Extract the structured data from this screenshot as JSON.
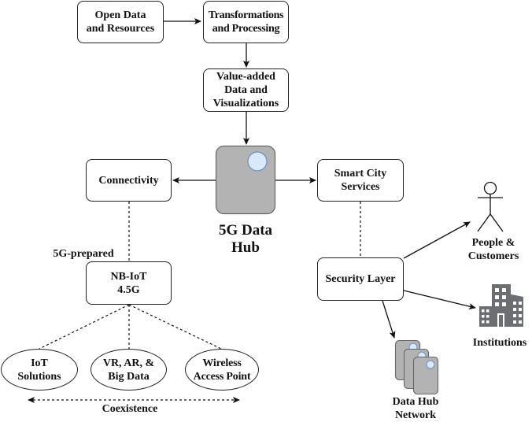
{
  "diagram": {
    "nodes": {
      "open_data": {
        "label": "Open Data\nand Resources"
      },
      "transformations": {
        "label": "Transformations\nand Processing"
      },
      "value_added": {
        "label": "Value-added\nData and\nVisualizations"
      },
      "hub": {
        "label": "5G Data\nHub",
        "icon": "server-icon"
      },
      "connectivity": {
        "label": "Connectivity"
      },
      "smart_city": {
        "label": "Smart City\nServices"
      },
      "nbiot": {
        "label": "NB-IoT\n4.5G"
      },
      "security": {
        "label": "Security Layer"
      },
      "iot_solutions": {
        "label": "IoT\nSolutions"
      },
      "vr_ar": {
        "label": "VR, AR, &\nBig Data"
      },
      "wireless": {
        "label": "Wireless\nAccess Point"
      },
      "people": {
        "label": "People &\nCustomers",
        "icon": "person-icon"
      },
      "institutions": {
        "label": "Institutions",
        "icon": "building-icon"
      },
      "network": {
        "label": "Data Hub\nNetwork",
        "icon": "server-stack-icon"
      }
    },
    "edge_labels": {
      "five_g_prepared": "5G-prepared",
      "coexistence": "Coexistence"
    },
    "edges": [
      {
        "from": "open_data",
        "to": "transformations",
        "style": "solid-arrow"
      },
      {
        "from": "transformations",
        "to": "value_added",
        "style": "solid-arrow"
      },
      {
        "from": "value_added",
        "to": "hub",
        "style": "solid-arrow"
      },
      {
        "from": "hub",
        "to": "connectivity",
        "style": "solid-arrow"
      },
      {
        "from": "hub",
        "to": "smart_city",
        "style": "solid-arrow"
      },
      {
        "from": "connectivity",
        "to": "nbiot",
        "style": "dashed",
        "label": "5G-prepared"
      },
      {
        "from": "smart_city",
        "to": "security",
        "style": "dashed"
      },
      {
        "from": "nbiot",
        "to": "iot_solutions",
        "style": "dashed"
      },
      {
        "from": "nbiot",
        "to": "vr_ar",
        "style": "dashed"
      },
      {
        "from": "nbiot",
        "to": "wireless",
        "style": "dashed"
      },
      {
        "from": "security",
        "to": "people",
        "style": "solid-arrow"
      },
      {
        "from": "security",
        "to": "institutions",
        "style": "solid-arrow"
      },
      {
        "from": "security",
        "to": "network",
        "style": "solid-arrow"
      },
      {
        "from": "iot_solutions",
        "to": "wireless",
        "style": "dashed-double-arrow",
        "label": "Coexistence"
      }
    ],
    "colors": {
      "hub_fill": "#b3b3b3",
      "hub_stroke": "#666666",
      "indicator_fill": "#dae8fc",
      "indicator_stroke": "#6c8ebf",
      "building_fill": "#6d6e71",
      "line": "#111111"
    }
  }
}
